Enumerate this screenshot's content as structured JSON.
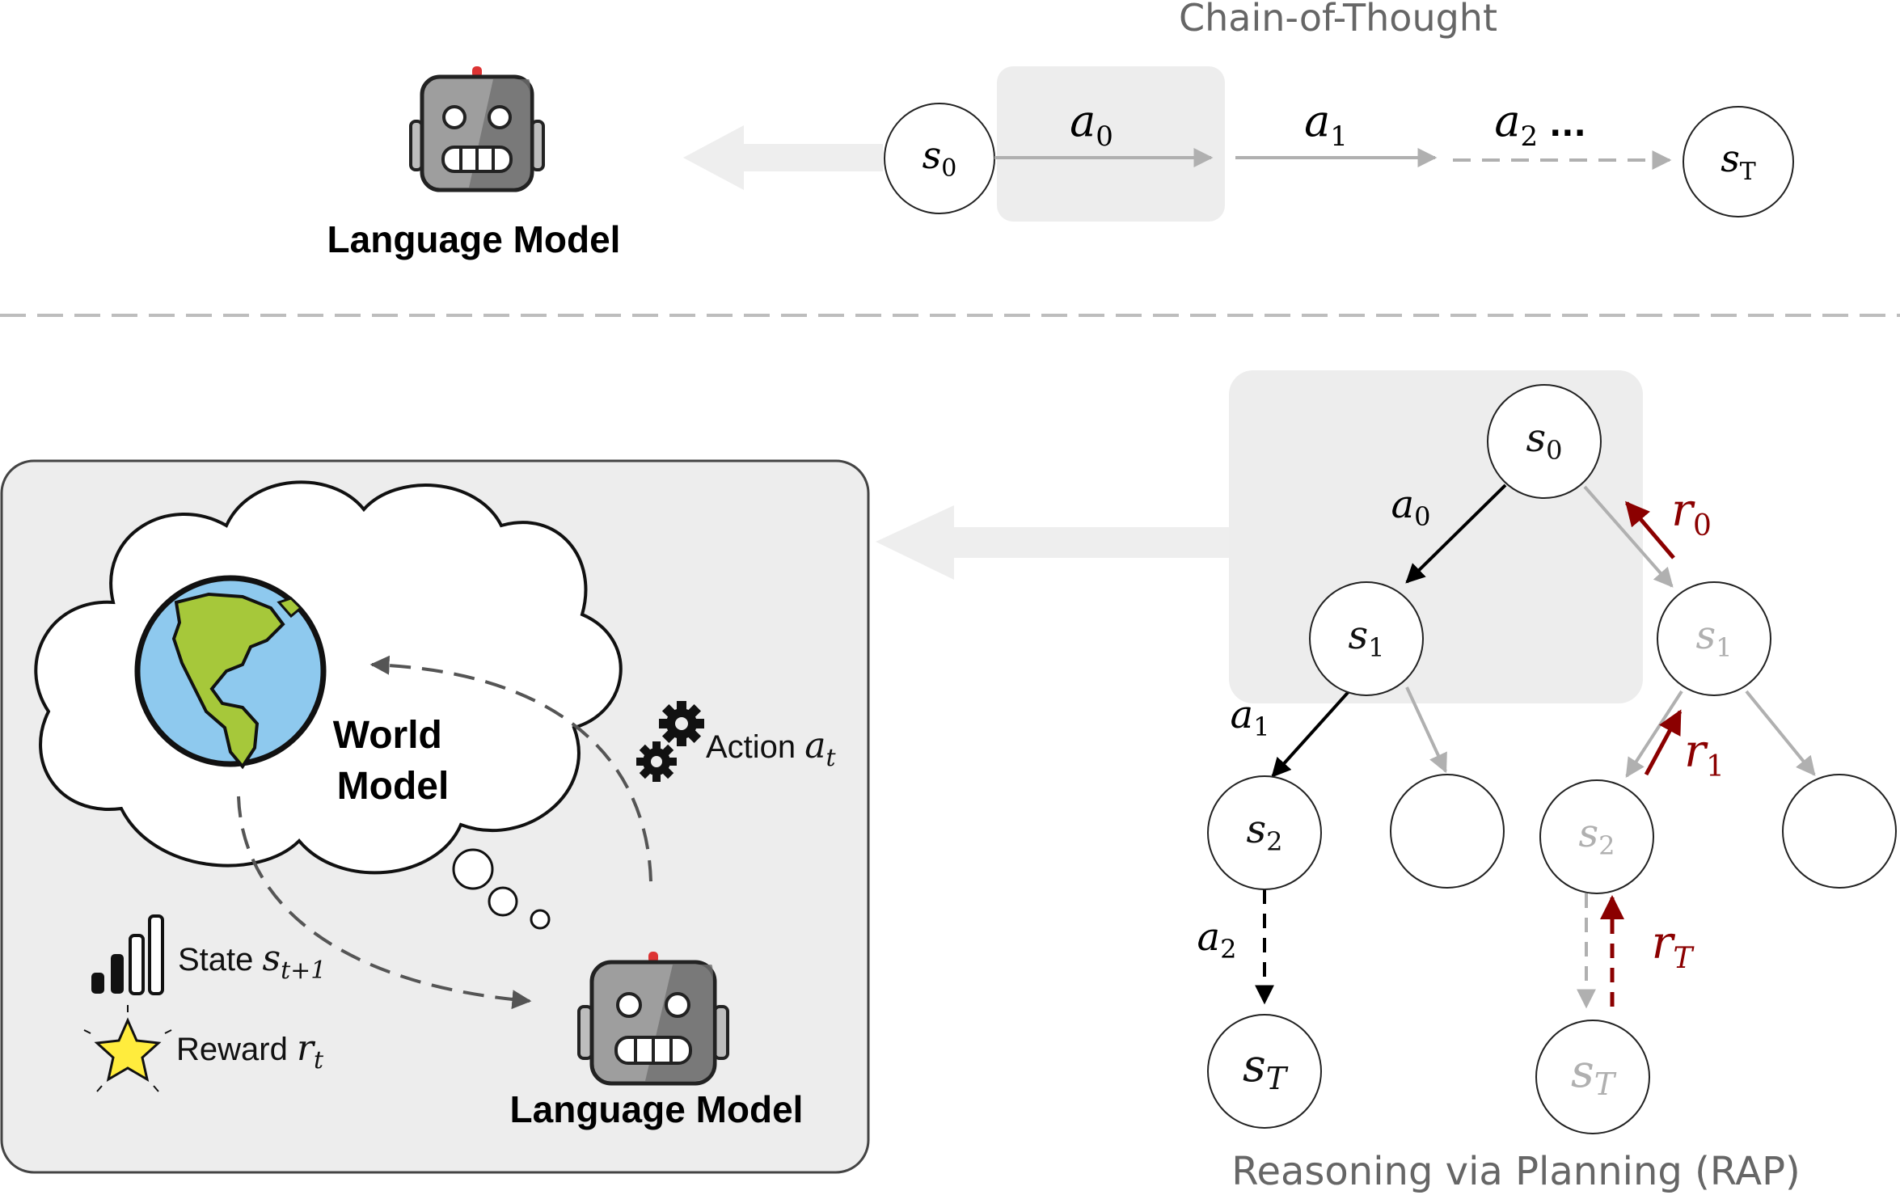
{
  "top": {
    "title": "Chain-of-Thought",
    "lm_label": "Language Model",
    "nodes": {
      "start": {
        "var": "s",
        "sub": "0"
      },
      "end": {
        "var": "s",
        "sub": "T"
      }
    },
    "actions": [
      {
        "var": "a",
        "sub": "0"
      },
      {
        "var": "a",
        "sub": "1"
      },
      {
        "var": "a",
        "sub": "2",
        "suffix": " ..."
      }
    ]
  },
  "bottom": {
    "title": "Reasoning via Planning (RAP)",
    "world_model_label_1": "World",
    "world_model_label_2": "Model",
    "lm_label": "Language Model",
    "action_label": {
      "text": "Action ",
      "var": "a",
      "sub": "t"
    },
    "state_label": {
      "text": "State ",
      "var": "s",
      "sub": "t+1"
    },
    "reward_label": {
      "text": "Reward ",
      "var": "r",
      "sub": "t"
    },
    "tree": {
      "nodes": [
        {
          "id": "n_s0",
          "var": "s",
          "sub": "0",
          "dim": false
        },
        {
          "id": "n_s1_left",
          "var": "s",
          "sub": "1",
          "dim": false
        },
        {
          "id": "n_s1_right",
          "var": "s",
          "sub": "1",
          "dim": true
        },
        {
          "id": "n_s2_left",
          "var": "s",
          "sub": "2",
          "dim": false
        },
        {
          "id": "n_empty_1",
          "var": "",
          "sub": "",
          "dim": false
        },
        {
          "id": "n_s2_right",
          "var": "s",
          "sub": "2",
          "dim": true
        },
        {
          "id": "n_empty_2",
          "var": "",
          "sub": "",
          "dim": false
        },
        {
          "id": "n_sT_left",
          "var": "s",
          "sub": "T",
          "dim": false
        },
        {
          "id": "n_sT_right",
          "var": "s",
          "sub": "T",
          "dim": true
        }
      ],
      "action_labels": [
        {
          "var": "a",
          "sub": "0"
        },
        {
          "var": "a",
          "sub": "1"
        },
        {
          "var": "a",
          "sub": "2"
        }
      ],
      "reward_labels": [
        {
          "var": "r",
          "sub": "0"
        },
        {
          "var": "r",
          "sub": "1"
        },
        {
          "var": "r",
          "sub": "T"
        }
      ]
    }
  },
  "colors": {
    "reward": "#8b0000",
    "dim": "#b0b0b0",
    "panel": "#ededed",
    "arrow_light": "#eeeeee",
    "globe_water": "#8ec9ee",
    "globe_land": "#a6c83a",
    "star": "#ffec3d"
  }
}
